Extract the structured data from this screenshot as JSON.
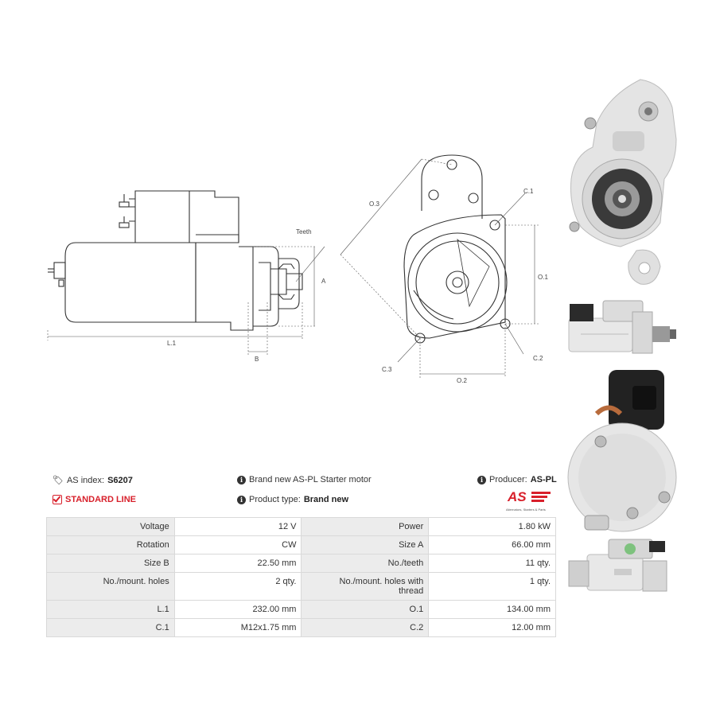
{
  "diagram": {
    "teeth_label": "Teeth",
    "a_label": "A",
    "l1_label": "L.1",
    "b_label": "B",
    "o3_label": "O.3",
    "c1_label": "C.1",
    "o1_label": "O.1",
    "c2_label": "C.2",
    "c3_label": "C.3",
    "o2_label": "O.2"
  },
  "info": {
    "as_index_label": "AS index:",
    "as_index_value": "S6207",
    "standard_line": "STANDARD LINE",
    "description": "Brand new AS-PL Starter motor",
    "product_type_label": "Product type:",
    "product_type_value": "Brand new",
    "producer_label": "Producer:",
    "producer_value": "AS-PL",
    "logo_text": "AS",
    "logo_tagline": "Alternators, Starters & Parts"
  },
  "specs": [
    [
      "Voltage",
      "12 V",
      "Power",
      "1.80 kW"
    ],
    [
      "Rotation",
      "CW",
      "Size A",
      "66.00 mm"
    ],
    [
      "Size B",
      "22.50 mm",
      "No./teeth",
      "11 qty."
    ],
    [
      "No./mount. holes",
      "2 qty.",
      "No./mount. holes with thread",
      "1 qty."
    ],
    [
      "L.1",
      "232.00 mm",
      "O.1",
      "134.00 mm"
    ],
    [
      "C.1",
      "M12x1.75 mm",
      "C.2",
      "12.00 mm"
    ]
  ],
  "colors": {
    "accent_red": "#d8202b",
    "label_bg": "#ececec",
    "border": "#d9d9d9"
  }
}
